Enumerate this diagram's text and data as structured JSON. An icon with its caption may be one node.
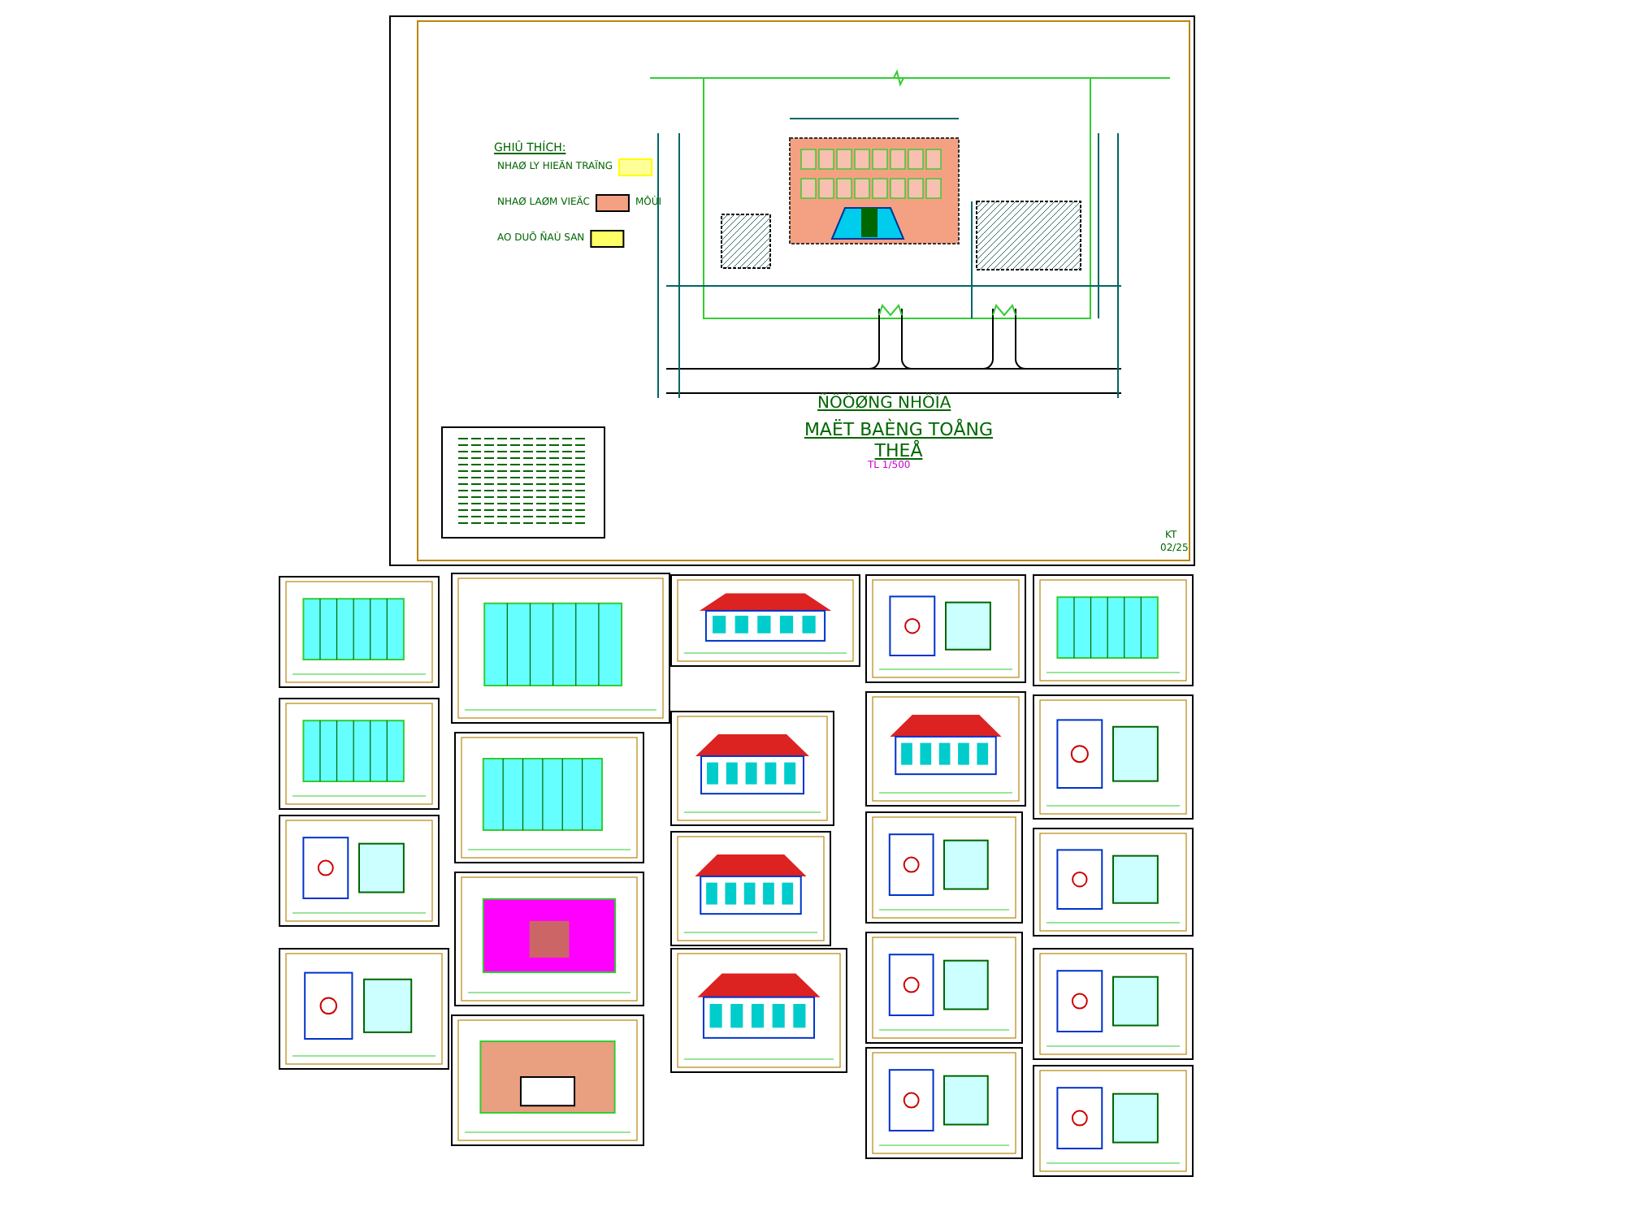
{
  "diagram": {
    "title": "MAËT BAÈNG TOÅNG THEÅ",
    "labels": [
      "GHIÛ THÍCH:",
      "MÔÙI",
      "ÑÖÔØNG NHÖÏA",
      "TL 1/500",
      "KT",
      "02/25"
    ],
    "legend": [
      {
        "text": "NHAØ LY HIEÄN TRAÏNG",
        "color": "#ffff99"
      },
      {
        "text": "NHAØ LAØM VIEÄC",
        "color": "#f4a183"
      },
      {
        "text": "AO DUÕ ÑAÙ SAN",
        "color": "#ffff66"
      }
    ]
  }
}
